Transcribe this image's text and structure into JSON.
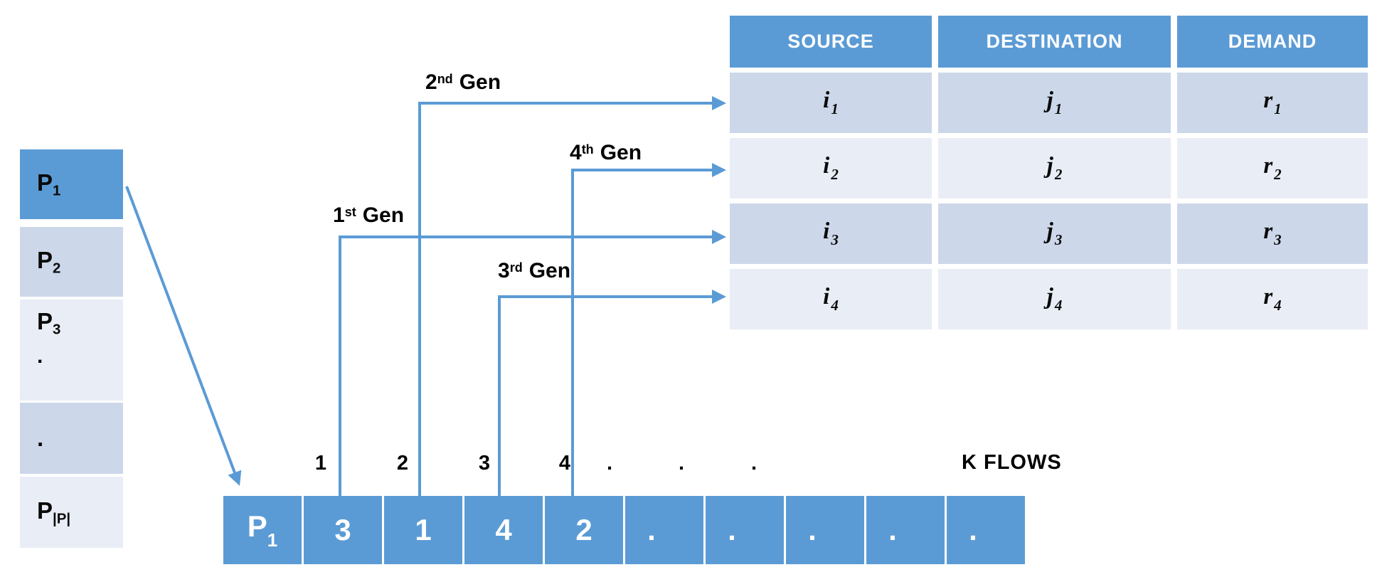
{
  "colors": {
    "accent": "#5b9bd5",
    "band_dark": "#ccd7ea",
    "band_light": "#e9edf6",
    "arrow": "#5b9bd5",
    "header_text": "#ffffff",
    "label_text": "#000000"
  },
  "population": {
    "items": [
      {
        "base": "P",
        "sub": "1"
      },
      {
        "base": "P",
        "sub": "2"
      },
      {
        "base": "P",
        "sub": "3",
        "dot": "."
      },
      {
        "base": ".",
        "sub": ""
      },
      {
        "base": "P",
        "sub": "|P|"
      }
    ]
  },
  "flow_table": {
    "headers": [
      "SOURCE",
      "DESTINATION",
      "DEMAND"
    ],
    "rows": [
      [
        {
          "base": "i",
          "sub": "1"
        },
        {
          "base": "j",
          "sub": "1"
        },
        {
          "base": "r",
          "sub": "1"
        }
      ],
      [
        {
          "base": "i",
          "sub": "2"
        },
        {
          "base": "j",
          "sub": "2"
        },
        {
          "base": "r",
          "sub": "2"
        }
      ],
      [
        {
          "base": "i",
          "sub": "3"
        },
        {
          "base": "j",
          "sub": "3"
        },
        {
          "base": "r",
          "sub": "3"
        }
      ],
      [
        {
          "base": "i",
          "sub": "4"
        },
        {
          "base": "j",
          "sub": "4"
        },
        {
          "base": "r",
          "sub": "4"
        }
      ]
    ]
  },
  "generation_labels": [
    {
      "num": "1",
      "ord": "st",
      "word": "Gen"
    },
    {
      "num": "2",
      "ord": "nd",
      "word": "Gen"
    },
    {
      "num": "3",
      "ord": "rd",
      "word": "Gen"
    },
    {
      "num": "4",
      "ord": "th",
      "word": "Gen"
    }
  ],
  "gene_index_labels": [
    "1",
    "2",
    "3",
    "4",
    ".",
    ".",
    "."
  ],
  "k_flows_label": "K FLOWS",
  "chromosome": {
    "cells": [
      {
        "base": "P",
        "sub": "1"
      },
      {
        "base": "3",
        "sub": ""
      },
      {
        "base": "1",
        "sub": ""
      },
      {
        "base": "4",
        "sub": ""
      },
      {
        "base": "2",
        "sub": ""
      },
      {
        "base": ".",
        "sub": ""
      },
      {
        "base": ".",
        "sub": ""
      },
      {
        "base": ".",
        "sub": ""
      },
      {
        "base": ".",
        "sub": ""
      },
      {
        "base": ".",
        "sub": ""
      }
    ]
  }
}
